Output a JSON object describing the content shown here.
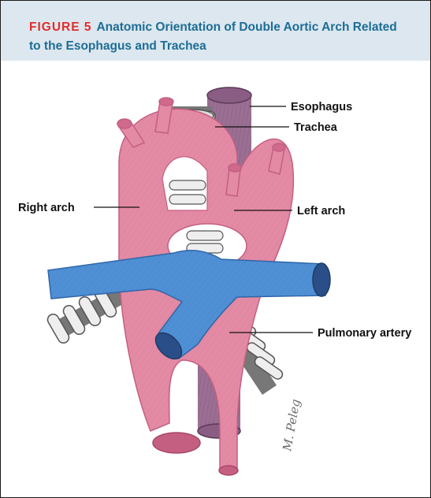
{
  "figure": {
    "label": "FIGURE 5",
    "title": "Anatomic Orientation of Double Aortic Arch Related to the Esophagus and Trachea"
  },
  "labels": {
    "esophagus": "Esophagus",
    "trachea": "Trachea",
    "right_arch": "Right arch",
    "left_arch": "Left arch",
    "pulmonary_artery": "Pulmonary artery"
  },
  "signature": "M. Peleg",
  "colors": {
    "header_bg": "#dce7ef",
    "title": "#1d6d95",
    "figure_label": "#e32c2b",
    "aorta": "#e38aa4",
    "esophagus": "#9a6f93",
    "pulmonary_artery": "#4f8fd4",
    "trachea_ring": "#eeeeee"
  }
}
